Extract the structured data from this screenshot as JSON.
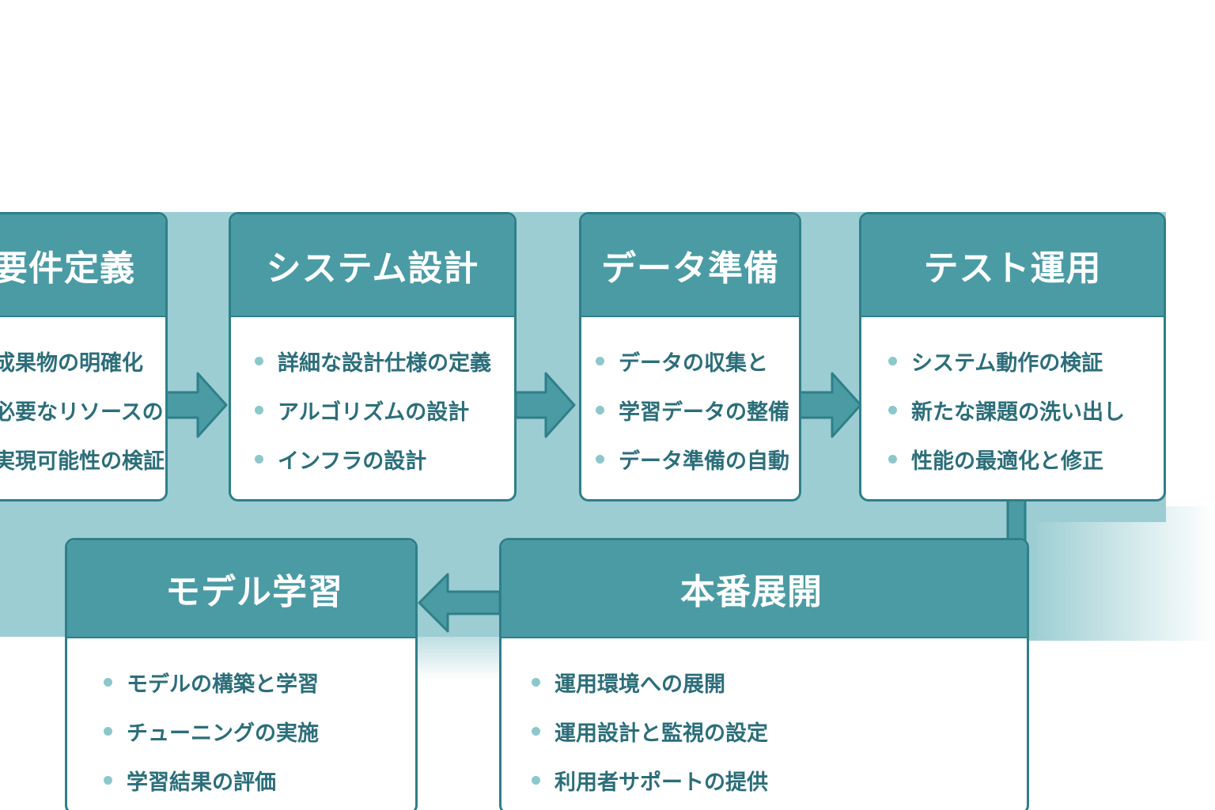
{
  "stages": {
    "requirements": {
      "title": "要件定義",
      "items": [
        "成果物の明確化",
        "必要なリソースの",
        "実現可能性の検証"
      ]
    },
    "system_design": {
      "title": "システム設計",
      "items": [
        "詳細な設計仕様の定義",
        "アルゴリズムの設計",
        "インフラの設計"
      ]
    },
    "data_prep": {
      "title": "データ準備",
      "items": [
        "データの収集と",
        "学習データの整備",
        "データ準備の自動"
      ]
    },
    "test_operation": {
      "title": "テスト運用",
      "items": [
        "システム動作の検証",
        "新たな課題の洗い出し",
        "性能の最適化と修正"
      ]
    },
    "model_training": {
      "title": "モデル学習",
      "items": [
        "モデルの構築と学習",
        "チューニングの実施",
        "学習結果の評価"
      ]
    },
    "production": {
      "title": "本番展開",
      "items": [
        "運用環境への展開",
        "運用設計と監視の設定",
        "利用者サポートの提供"
      ]
    }
  },
  "colors": {
    "header": "#4b9ba4",
    "border": "#2f7f89",
    "band": "#9bcdd2",
    "text": "#2c6e79",
    "bullet": "#8cc7cc"
  }
}
